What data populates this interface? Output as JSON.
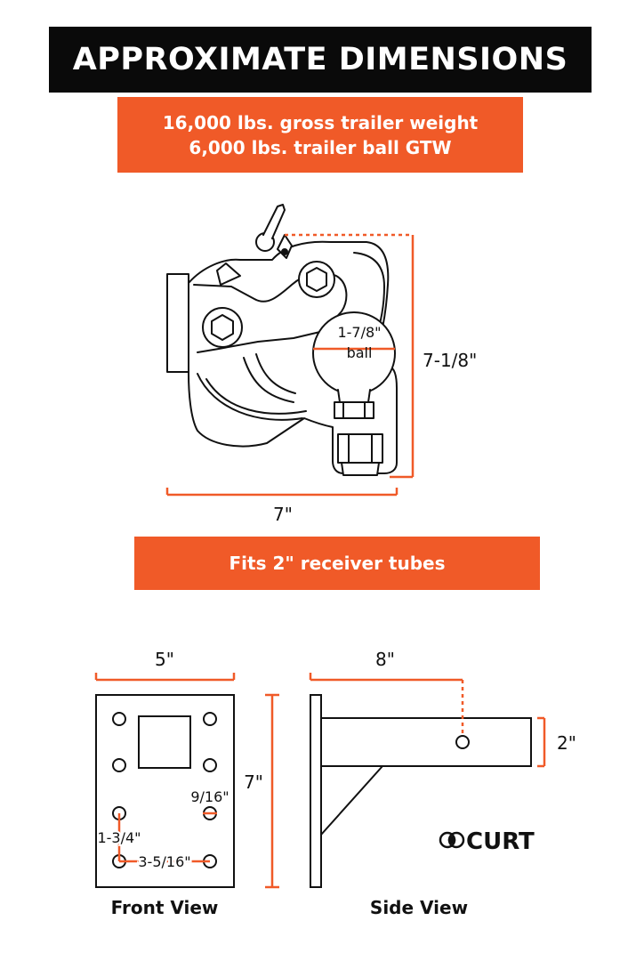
{
  "header": {
    "title": "APPROXIMATE DIMENSIONS"
  },
  "ratings": {
    "line1": "16,000 lbs. gross trailer weight",
    "line2": "6,000 lbs. trailer ball GTW"
  },
  "hitch": {
    "ball_size": "1-7/8\"",
    "ball_word": "ball",
    "height": "7-1/8\"",
    "width": "7\""
  },
  "fits": {
    "text": "Fits 2\" receiver tubes"
  },
  "front_view": {
    "label": "Front View",
    "width": "5\"",
    "height": "7\"",
    "hole_diameter": "9/16\"",
    "hole_vertical_spacing": "1-3/4\"",
    "hole_horizontal_spacing": "3-5/16\""
  },
  "side_view": {
    "label": "Side View",
    "length": "8\"",
    "shank_height": "2\""
  },
  "brand": {
    "logo_text": "CURT"
  },
  "colors": {
    "accent": "#f05a28",
    "header_bg": "#0a0a0a",
    "line": "#111111"
  }
}
